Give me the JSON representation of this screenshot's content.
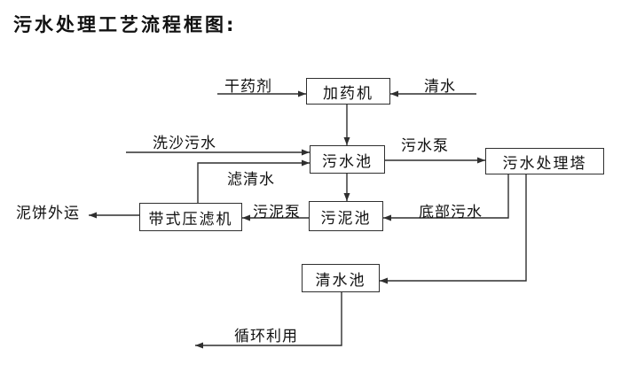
{
  "title": "污水处理工艺流程框图:",
  "diagram": {
    "nodes": {
      "dosing_machine": "加药机",
      "sewage_pool": "污水池",
      "treatment_tower": "污水处理塔",
      "sludge_pool": "污泥池",
      "belt_filter_press": "带式压滤机",
      "clean_water_pool": "清水池"
    },
    "flow_labels": {
      "dry_chemical": "干药剂",
      "clean_water": "清水",
      "sand_washing_sewage": "洗沙污水",
      "sewage_pump": "污水泵",
      "filtered_clean_water": "滤清水",
      "mud_cake_outbound": "泥饼外运",
      "sludge_pump": "污泥泵",
      "bottom_sewage": "底部污水",
      "recycling_use": "循环利用"
    },
    "edges": [
      {
        "from": "干药剂",
        "to": "加药机",
        "label": ""
      },
      {
        "from": "清水",
        "to": "加药机",
        "label": ""
      },
      {
        "from": "加药机",
        "to": "污水池",
        "label": ""
      },
      {
        "from": "洗沙污水",
        "to": "污水池",
        "label": ""
      },
      {
        "from": "带式压滤机",
        "to": "污水池",
        "label": "滤清水"
      },
      {
        "from": "污水池",
        "to": "污水处理塔",
        "label": "污水泵"
      },
      {
        "from": "污水池",
        "to": "污泥池",
        "label": ""
      },
      {
        "from": "污泥池",
        "to": "带式压滤机",
        "label": "污泥泵"
      },
      {
        "from": "带式压滤机",
        "to": "泥饼外运",
        "label": ""
      },
      {
        "from": "污水处理塔",
        "to": "污泥池",
        "label": "底部污水"
      },
      {
        "from": "污水处理塔",
        "to": "清水池",
        "label": ""
      },
      {
        "from": "清水池",
        "to": "循环利用",
        "label": ""
      }
    ],
    "colors": {
      "line": "#2f2f2f",
      "text": "#111111",
      "background": "#ffffff"
    }
  }
}
